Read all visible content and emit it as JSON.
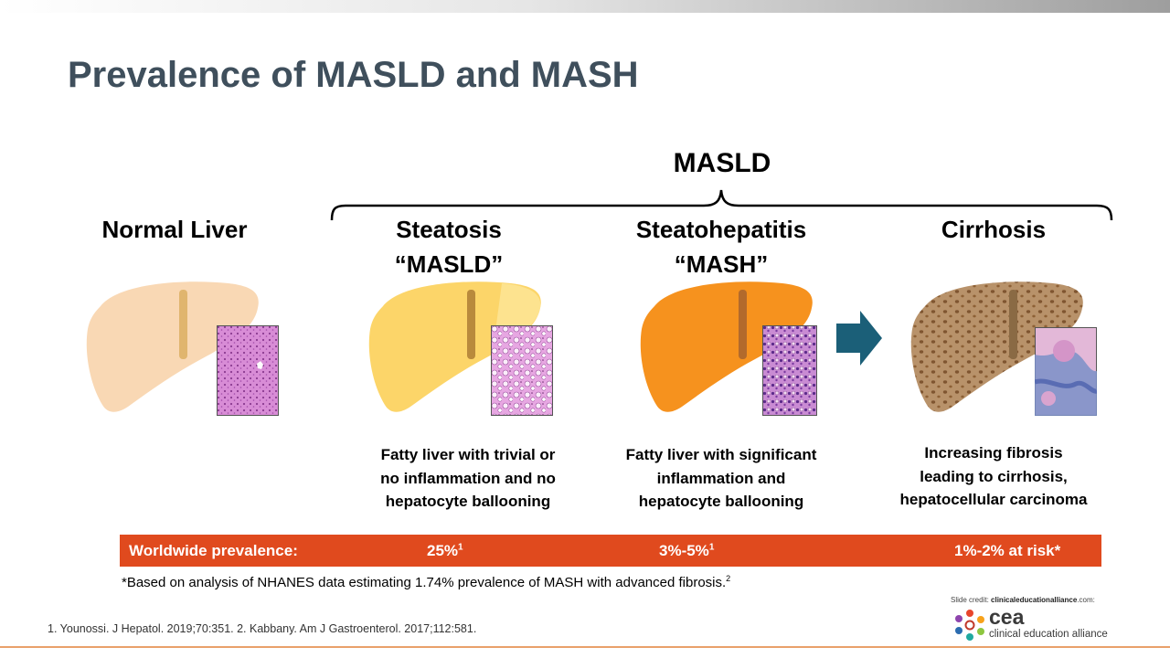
{
  "slide": {
    "title": "Prevalence of MASLD and MASH",
    "group_label": "MASLD"
  },
  "stages": [
    {
      "heading_line1": "Normal Liver",
      "heading_line2": "",
      "liver_color": "#f9d8b4",
      "description": []
    },
    {
      "heading_line1": "Steatosis",
      "heading_line2": "“MASLD”",
      "liver_color": "#fcd569",
      "description": [
        "Fatty liver with trivial or",
        "no inflammation and no",
        "hepatocyte ballooning"
      ]
    },
    {
      "heading_line1": "Steatohepatitis",
      "heading_line2": "“MASH”",
      "liver_color": "#f6921e",
      "description": [
        "Fatty liver with significant",
        "inflammation and",
        "hepatocyte ballooning"
      ]
    },
    {
      "heading_line1": "Cirrhosis",
      "heading_line2": "",
      "liver_color": "#b8926a",
      "description": [
        "Increasing fibrosis",
        "leading to cirrhosis,",
        "hepatocellular carcinoma"
      ]
    }
  ],
  "prevalence": {
    "label": "Worldwide prevalence:",
    "steatosis": "25%",
    "steatosis_ref": "1",
    "mash": "3%-5%",
    "mash_ref": "1",
    "cirrhosis": "1%-2% at risk*",
    "bar_color": "#e04a1e"
  },
  "footnote": {
    "text": "*Based on analysis of NHANES data estimating 1.74% prevalence of MASH with advanced fibrosis.",
    "ref": "2"
  },
  "references": "1. Younossi. J Hepatol. 2019;70:351. 2. Kabbany. Am J Gastroenterol. 2017;112:581.",
  "credit": {
    "prefix": "Slide credit:",
    "site": "clinicaleducationalliance",
    "suffix": ".com:"
  },
  "logo": {
    "short": "cea",
    "full": "clinical education alliance"
  },
  "colors": {
    "title": "#3f4f5c",
    "arrow": "#1b5f78",
    "accent_line": "#e9a06a"
  }
}
